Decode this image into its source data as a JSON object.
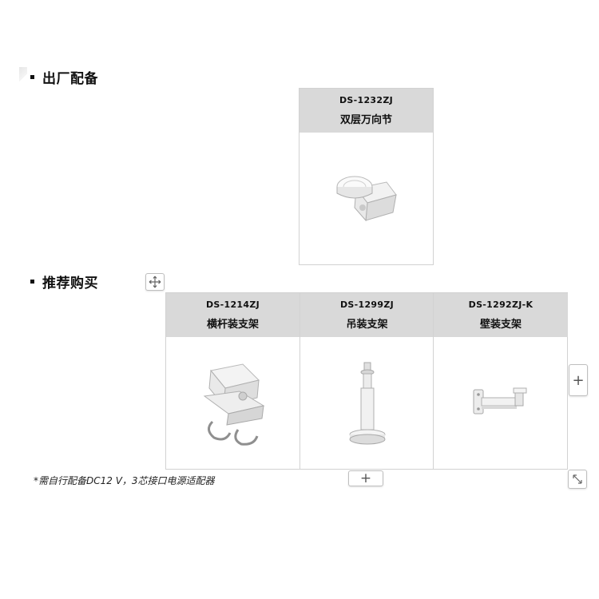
{
  "section_included": {
    "title": "出厂配备",
    "items": [
      {
        "model": "DS-1232ZJ",
        "name": "双层万向节",
        "image_icon": "double-layer-gimbal-mount-icon"
      }
    ]
  },
  "section_recommended": {
    "title": "推荐购买",
    "items": [
      {
        "model": "DS-1214ZJ",
        "name": "横杆装支架",
        "image_icon": "pole-mount-bracket-icon"
      },
      {
        "model": "DS-1299ZJ",
        "name": "吊装支架",
        "image_icon": "pendant-mount-bracket-icon"
      },
      {
        "model": "DS-1292ZJ-K",
        "name": "壁装支架",
        "image_icon": "wall-mount-bracket-icon"
      }
    ]
  },
  "note": "*需自行配备DC12 V，3芯接口电源适配器",
  "controls": {
    "move_icon": "move-arrows-icon",
    "add_column_label": "+",
    "add_row_label": "+",
    "resize_icon": "resize-diagonal-icon"
  }
}
